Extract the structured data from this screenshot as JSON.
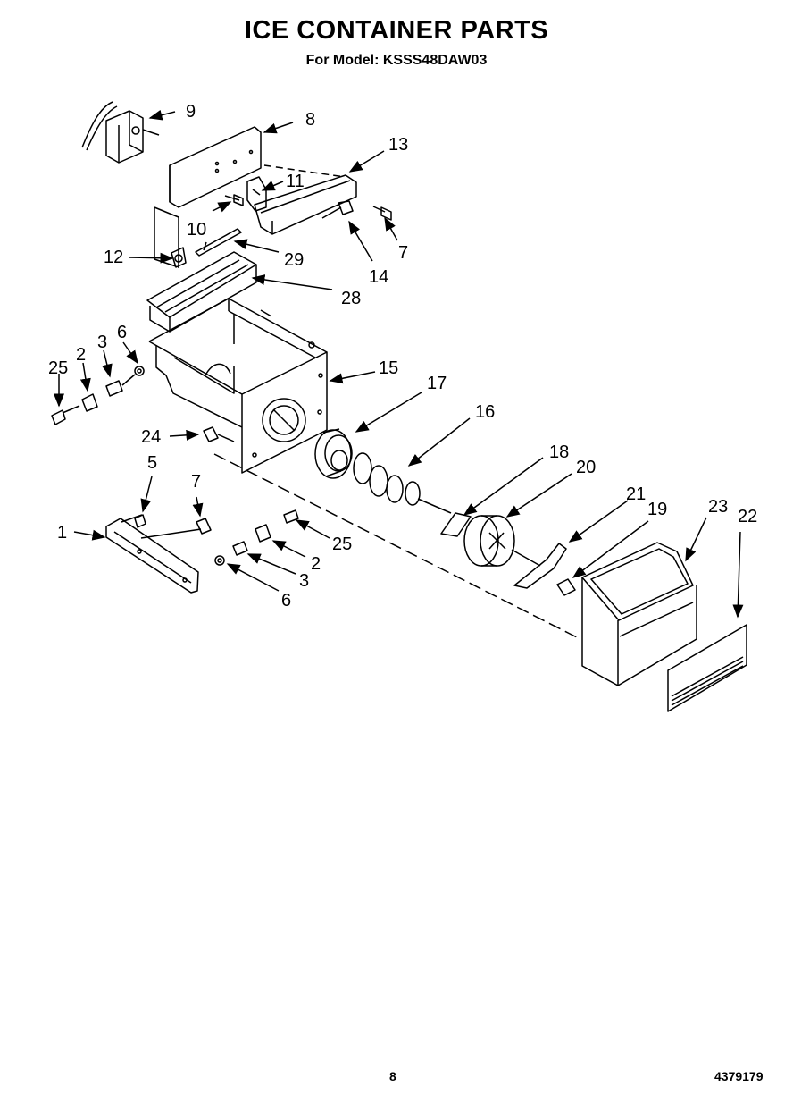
{
  "header": {
    "title": "ICE CONTAINER PARTS",
    "subtitle": "For Model: KSSS48DAW03"
  },
  "callouts": [
    "9",
    "8",
    "13",
    "11",
    "10",
    "7",
    "12",
    "29",
    "14",
    "28",
    "6",
    "3",
    "2",
    "25",
    "15",
    "17",
    "16",
    "24",
    "5",
    "18",
    "20",
    "7",
    "21",
    "19",
    "23",
    "22",
    "1",
    "25",
    "2",
    "3",
    "6"
  ],
  "footer": {
    "page_number": "8",
    "document_number": "4379179"
  }
}
